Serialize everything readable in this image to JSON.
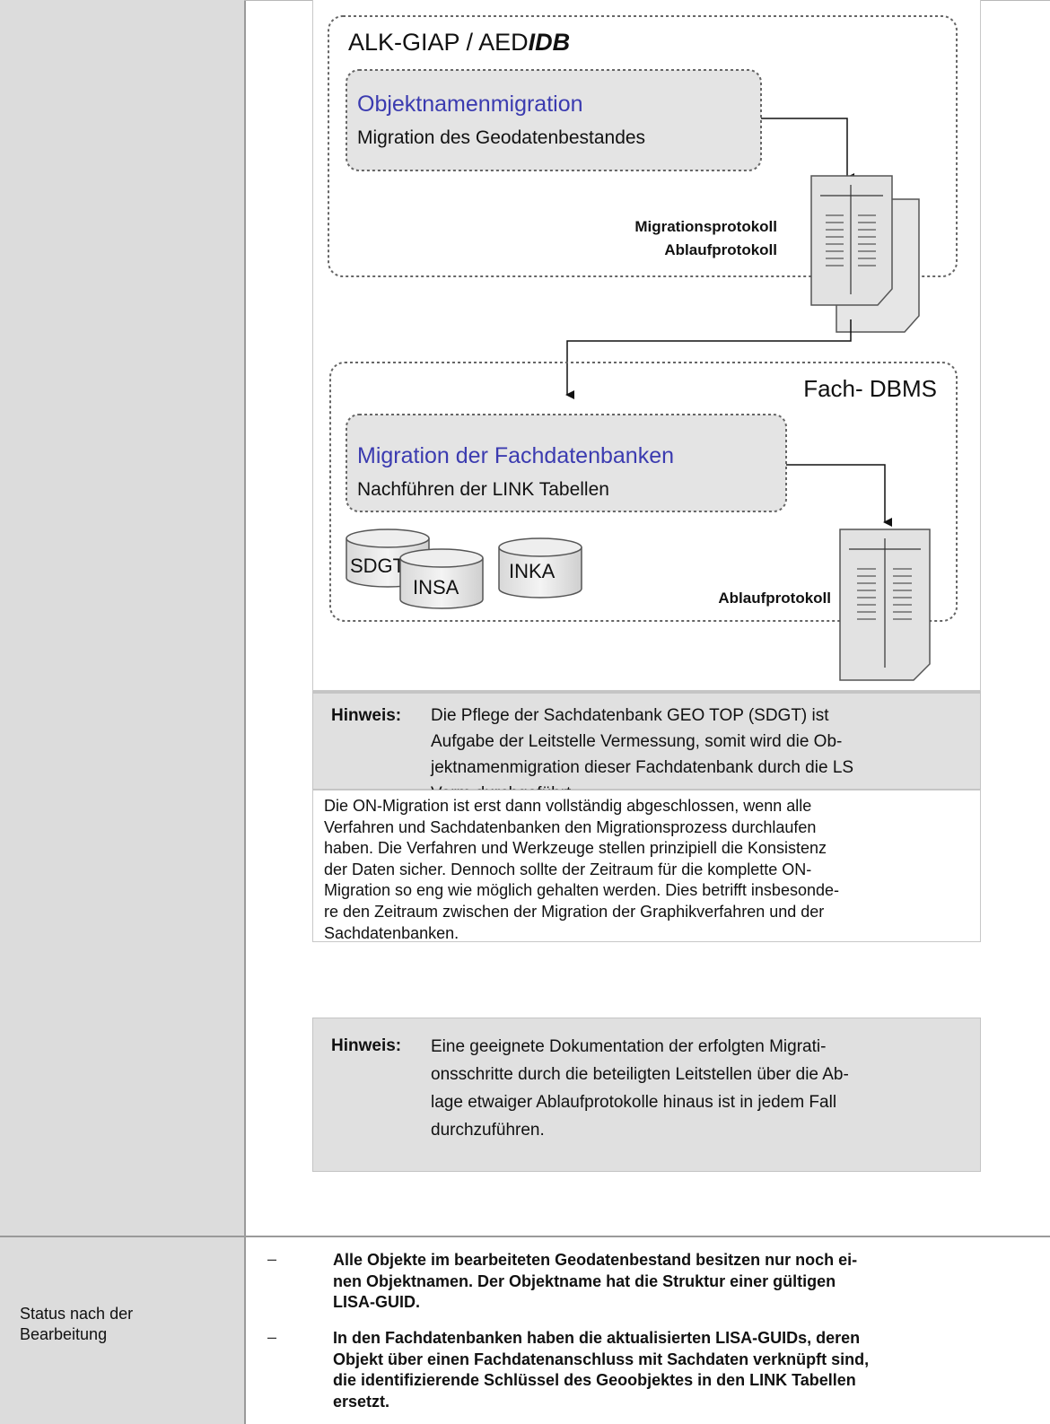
{
  "diagram": {
    "system_prefix": "ALK-GIAP / AED",
    "system_suffix": "IDB",
    "box1_title": "Objektnamenmigration",
    "box1_subtitle": "Migration des Geodatenbestandes",
    "protocol1_line1": "Migrationsprotokoll",
    "protocol1_line2": "Ablaufprotokoll",
    "fach_label": "Fach- DBMS",
    "box2_title": "Migration der Fachdatenbanken",
    "box2_subtitle": "Nachführen der LINK Tabellen",
    "db1": "SDGT",
    "db2": "INSA",
    "db3": "INKA",
    "protocol2": "Ablaufprotokoll",
    "accent_color": "#3b3bb0"
  },
  "note1": {
    "label": "Hinweis:",
    "lines": [
      "Die Pflege der Sachdatenbank GEO TOP (SDGT) ist",
      "Aufgabe der Leitstelle Vermessung, somit wird die Ob-",
      "jektnamenmigration dieser Fachdatenbank durch die LS",
      "Verm durchgeführt"
    ]
  },
  "paragraph": {
    "lines": [
      "Die ON-Migration ist erst dann vollständig abgeschlossen, wenn alle",
      "Verfahren und Sachdatenbanken den Migrationsprozess durchlaufen",
      "haben. Die Verfahren und Werkzeuge stellen prinzipiell die Konsistenz",
      "der Daten sicher. Dennoch sollte der Zeitraum für die komplette ON-",
      "Migration so eng wie möglich gehalten werden. Dies betrifft insbesonde-",
      "re den Zeitraum zwischen der Migration der Graphikverfahren und der",
      "Sachdatenbanken."
    ]
  },
  "note2": {
    "label": "Hinweis:",
    "lines": [
      "Eine geeignete Dokumentation der erfolgten Migrati-",
      "onsschritte durch die beteiligten Leitstellen über die Ab-",
      "lage etwaiger Ablaufprotokolle hinaus ist in jedem Fall",
      "durchzuführen."
    ]
  },
  "status": {
    "label_line1": "Status nach der",
    "label_line2": "Bearbeitung",
    "dash": "–",
    "bullet1": [
      "Alle Objekte im bearbeiteten Geodatenbestand besitzen nur noch ei-",
      "nen Objektnamen. Der Objektname hat die Struktur einer gültigen",
      "LISA-GUID."
    ],
    "bullet2": [
      "In den Fachdatenbanken haben die aktualisierten LISA-GUIDs, deren",
      "Objekt über einen Fachdatenanschluss mit Sachdaten verknüpft sind,",
      "die identifizierende Schlüssel des Geoobjektes in den LINK Tabellen",
      "ersetzt."
    ]
  }
}
